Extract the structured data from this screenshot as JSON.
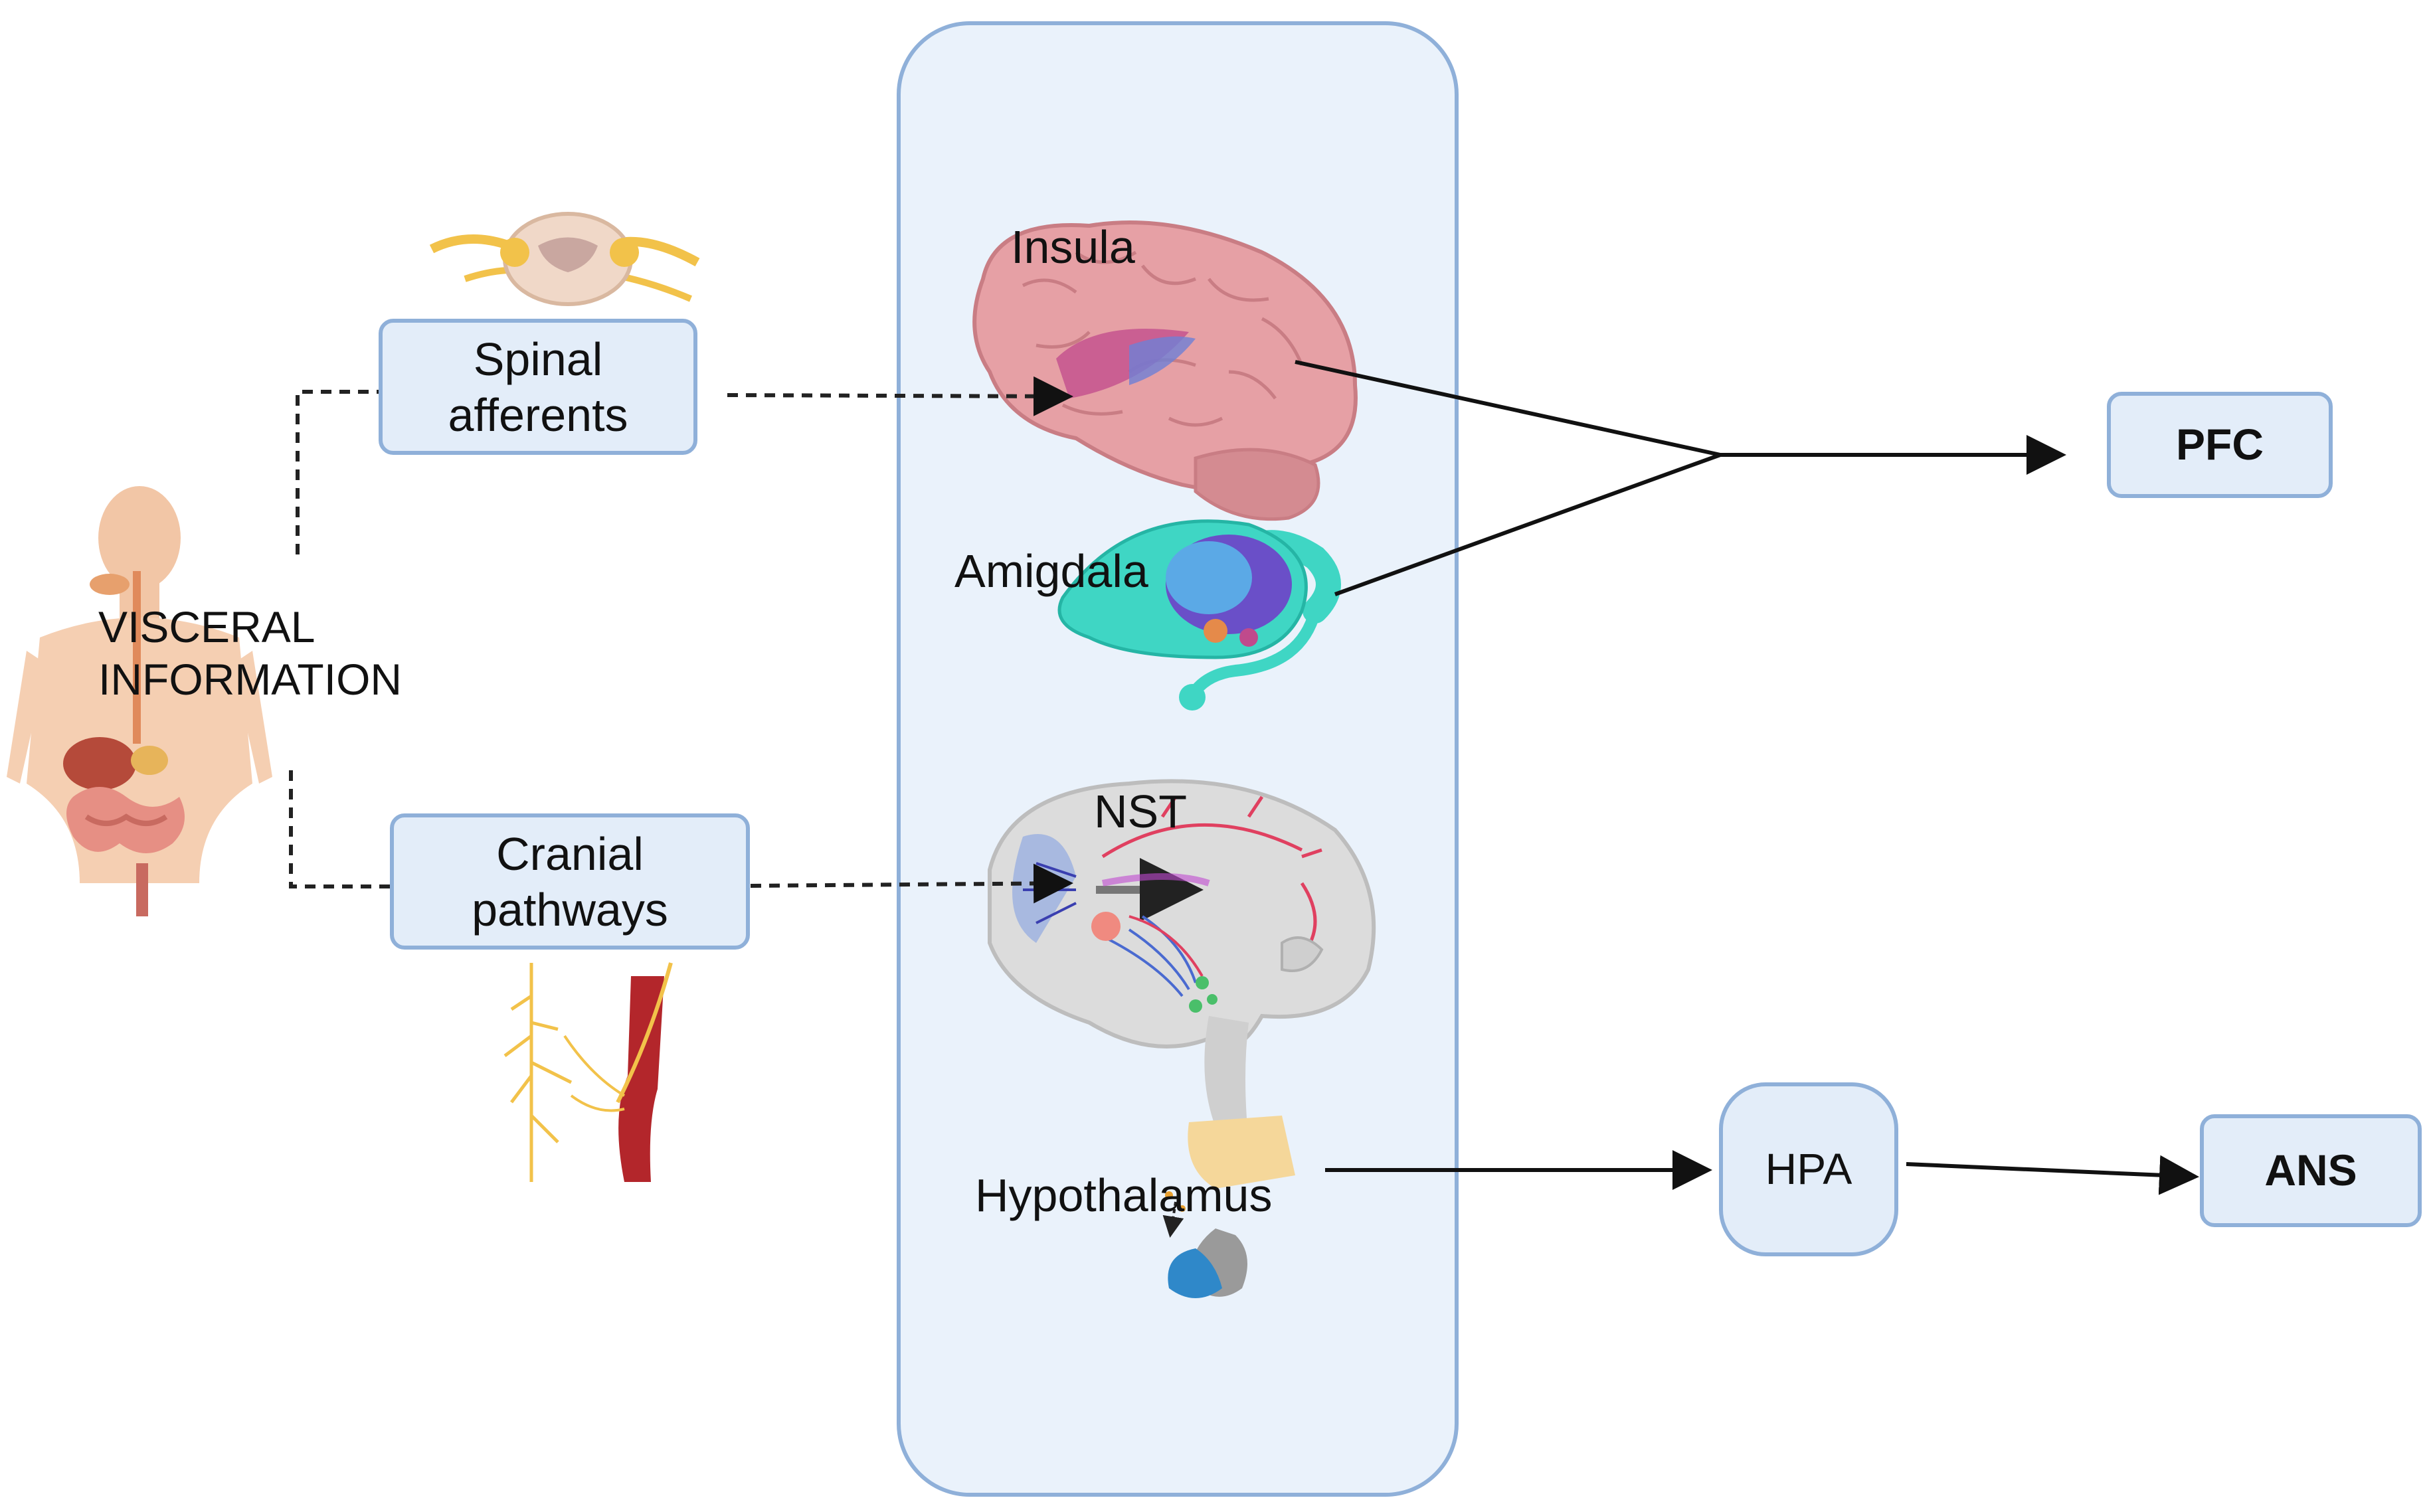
{
  "diagram": {
    "source": {
      "label_line1": "VISCERAL",
      "label_line2": "INFORMATION"
    },
    "spinal": {
      "label_line1": "Spinal",
      "label_line2": "afferents"
    },
    "cranial": {
      "label_line1": "Cranial",
      "label_line2": "pathways"
    },
    "brain_regions": {
      "insula": "Insula",
      "amigdala": "Amigdala",
      "nst": "NST",
      "hypothalamus": "Hypothalamus"
    },
    "outputs": {
      "pfc": "PFC",
      "hpa": "HPA",
      "ans": "ANS"
    },
    "colors": {
      "box_fill": "#e3edf9",
      "box_border": "#8fb0d9",
      "brain_pink": "#e6a0a5",
      "amygdala_teal": "#3fd6c4",
      "amygdala_purple": "#6a4fc8",
      "artery_red": "#b3262b",
      "nerve_yellow": "#f2c24a"
    }
  }
}
